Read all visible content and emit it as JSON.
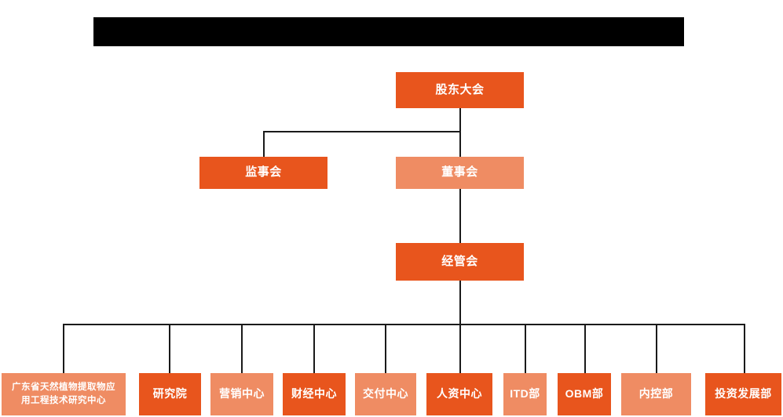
{
  "chart_data": {
    "type": "diagram",
    "subtype": "organization-chart",
    "title": "",
    "title_redacted": true,
    "orientation": "top-down",
    "colors": {
      "background": "#ffffff",
      "primary_node": "#E8551D",
      "secondary_node": "#EF8C63",
      "connector": "#1a1a1a",
      "node_text": "#ffffff",
      "redaction": "#000000"
    },
    "levels": [
      {
        "level": 1,
        "nodes": [
          "shareholders-meeting"
        ]
      },
      {
        "level": 2,
        "nodes": [
          "board-of-supervisors",
          "board-of-directors"
        ]
      },
      {
        "level": 3,
        "nodes": [
          "management-committee"
        ]
      },
      {
        "level": 4,
        "nodes": [
          "guangdong-research-center",
          "research-institute",
          "marketing-center",
          "finance-center",
          "delivery-center",
          "hr-center",
          "itd-department",
          "obm-department",
          "internal-control-department",
          "investment-development-department"
        ]
      }
    ],
    "edges": [
      {
        "from": "shareholders-meeting",
        "to": "board-of-supervisors"
      },
      {
        "from": "shareholders-meeting",
        "to": "board-of-directors"
      },
      {
        "from": "board-of-directors",
        "to": "management-committee"
      },
      {
        "from": "management-committee",
        "to": "guangdong-research-center"
      },
      {
        "from": "management-committee",
        "to": "research-institute"
      },
      {
        "from": "management-committee",
        "to": "marketing-center"
      },
      {
        "from": "management-committee",
        "to": "finance-center"
      },
      {
        "from": "management-committee",
        "to": "delivery-center"
      },
      {
        "from": "management-committee",
        "to": "hr-center"
      },
      {
        "from": "management-committee",
        "to": "itd-department"
      },
      {
        "from": "management-committee",
        "to": "obm-department"
      },
      {
        "from": "management-committee",
        "to": "internal-control-department"
      },
      {
        "from": "management-committee",
        "to": "investment-development-department"
      }
    ]
  },
  "header": {
    "redacted_bar_label": ""
  },
  "nodes": {
    "shareholders_meeting": {
      "label": "股东大会",
      "style": "primary"
    },
    "board_of_supervisors": {
      "label": "监事会",
      "style": "primary"
    },
    "board_of_directors": {
      "label": "董事会",
      "style": "secondary"
    },
    "management_committee": {
      "label": "经管会",
      "style": "primary"
    }
  },
  "departments": [
    {
      "label": "广东省天然植物提取物应\n用工程技术研究中心",
      "line1": "广东省天然植物提取物应",
      "line2": "用工程技术研究中心",
      "style": "secondary"
    },
    {
      "label": "研究院",
      "style": "primary"
    },
    {
      "label": "营销中心",
      "style": "secondary"
    },
    {
      "label": "财经中心",
      "style": "primary"
    },
    {
      "label": "交付中心",
      "style": "secondary"
    },
    {
      "label": "人资中心",
      "style": "primary"
    },
    {
      "label": "ITD部",
      "style": "secondary"
    },
    {
      "label": "OBM部",
      "style": "primary"
    },
    {
      "label": "内控部",
      "style": "secondary"
    },
    {
      "label": "投资发展部",
      "style": "primary"
    }
  ]
}
